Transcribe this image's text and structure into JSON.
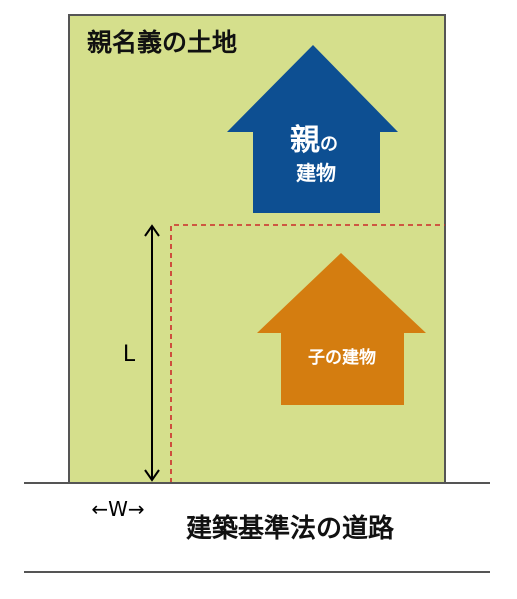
{
  "land": {
    "label": "親名義の土地",
    "fill": "#d5df8c"
  },
  "parent_building": {
    "label_big": "親",
    "label_small": "の",
    "label_line2": "建物",
    "fill": "#0d4f92"
  },
  "child_building": {
    "label": "子の建物",
    "fill": "#d47d10"
  },
  "subdivision_line_color": "#cc2a2a",
  "dimension_L": {
    "label": "L"
  },
  "dimension_W": {
    "label": "←W→"
  },
  "road": {
    "label": "建築基準法の道路"
  }
}
